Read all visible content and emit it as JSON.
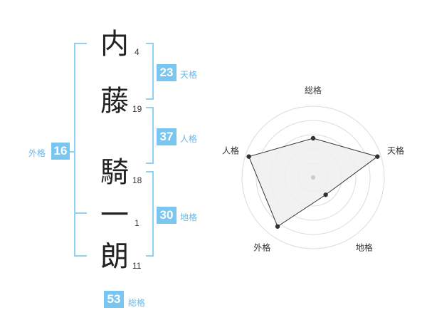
{
  "name_chars": [
    {
      "char": "内",
      "strokes": "4"
    },
    {
      "char": "藤",
      "strokes": "19"
    },
    {
      "char": "騎",
      "strokes": "18"
    },
    {
      "char": "一",
      "strokes": "1"
    },
    {
      "char": "朗",
      "strokes": "11"
    }
  ],
  "grades": {
    "tenkaku": {
      "value": "23",
      "label": "天格"
    },
    "jinkaku": {
      "value": "37",
      "label": "人格"
    },
    "chikaku": {
      "value": "30",
      "label": "地格"
    },
    "gaikaku": {
      "value": "16",
      "label": "外格"
    },
    "soukaku": {
      "value": "53",
      "label": "総格"
    }
  },
  "colors": {
    "accent": "#79c6f0",
    "bracket": "#8fd0f3",
    "radar_fill": "#eeeeee",
    "radar_line": "#333333"
  },
  "chart_data": {
    "type": "radar",
    "axes": [
      "総格",
      "天格",
      "地格",
      "外格",
      "人格"
    ],
    "values": [
      0.55,
      0.95,
      0.3,
      0.85,
      0.95
    ],
    "max": 1
  }
}
